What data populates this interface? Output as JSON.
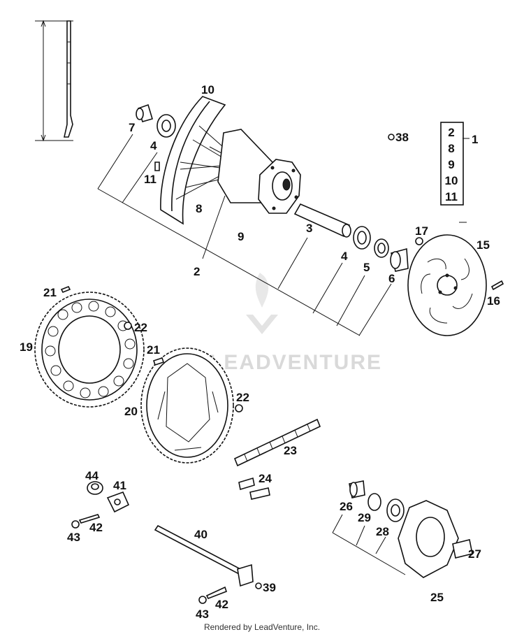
{
  "watermark": "LEADVENTURE",
  "footer": "Rendered by LeadVenture, Inc.",
  "callouts": {
    "c1": "1",
    "c2": "2",
    "c3": "3",
    "c4a": "4",
    "c4b": "4",
    "c5": "5",
    "c6": "6",
    "c7": "7",
    "c8": "8",
    "c9": "9",
    "c10": "10",
    "c11": "11",
    "c15": "15",
    "c16": "16",
    "c17": "17",
    "c19": "19",
    "c20": "20",
    "c21a": "21",
    "c21b": "21",
    "c22a": "22",
    "c22b": "22",
    "c23": "23",
    "c24": "24",
    "c25": "25",
    "c26": "26",
    "c27": "27",
    "c28": "28",
    "c29": "29",
    "c38": "38",
    "c39": "39",
    "c40": "40",
    "c41": "41",
    "c42a": "42",
    "c42b": "42",
    "c43a": "43",
    "c43b": "43",
    "c44": "44"
  },
  "assembly_box": [
    "2",
    "8",
    "9",
    "10",
    "11"
  ],
  "colors": {
    "ink": "#111111",
    "watermark": "#d9d9d9"
  }
}
